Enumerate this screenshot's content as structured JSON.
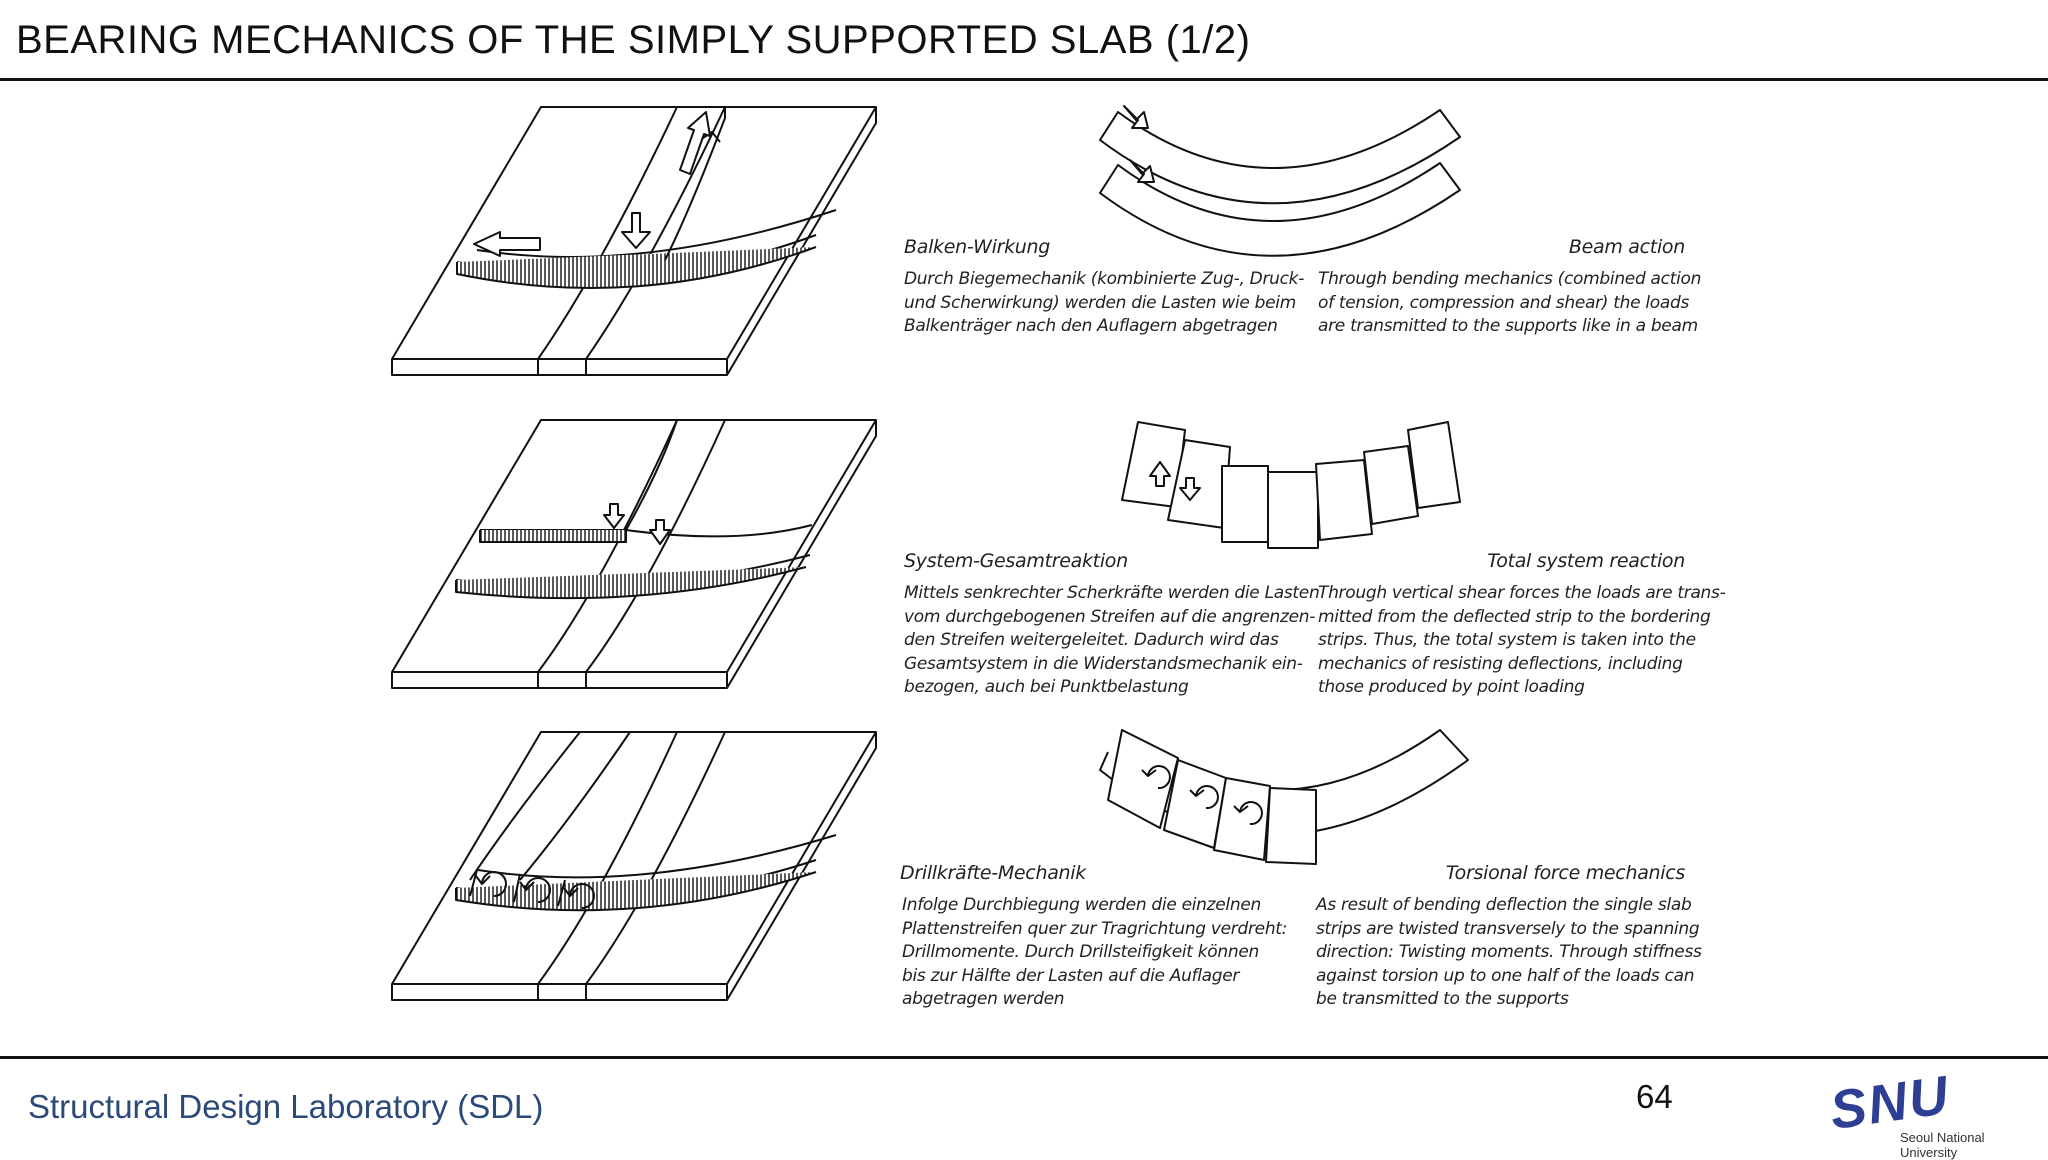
{
  "slide": {
    "title": "BEARING MECHANICS OF THE SIMPLY SUPPORTED SLAB (1/2)",
    "footer_lab": "Structural Design Laboratory (SDL)",
    "page_number": "64",
    "logo_word": "SNU",
    "logo_sub": "Seoul National University"
  },
  "sections": [
    {
      "de_title": "Balken-Wirkung",
      "en_title": "Beam action",
      "de_lines": [
        "Durch Biegemechanik (kombinierte Zug-, Druck-",
        "und Scherwirkung) werden die Lasten wie beim",
        "Balkenträger nach den Auflagern abgetragen"
      ],
      "en_lines": [
        "Through bending mechanics (combined action",
        "of tension, compression and shear) the loads",
        "are transmitted to the supports like in a beam"
      ]
    },
    {
      "de_title": "System-Gesamtreaktion",
      "en_title": "Total system reaction",
      "de_lines": [
        "Mittels senkrechter Scherkräfte werden die Lasten",
        "vom durchgebogenen Streifen auf die angrenzen-",
        "den Streifen weitergeleitet. Dadurch wird das",
        "Gesamtsystem in die Widerstandsmechanik ein-",
        "bezogen, auch bei Punktbelastung"
      ],
      "en_lines": [
        "Through vertical shear forces the loads are trans-",
        "mitted from the deflected strip to the bordering",
        "strips. Thus, the total system is taken into the",
        "mechanics of resisting deflections, including",
        "those produced by point loading"
      ]
    },
    {
      "de_title": "Drillkräfte-Mechanik",
      "en_title": "Torsional force mechanics",
      "de_lines": [
        "Infolge Durchbiegung werden die einzelnen",
        "Plattenstreifen quer zur Tragrichtung verdreht:",
        "Drillmomente. Durch Drillsteifigkeit können",
        "bis zur Hälfte der Lasten auf die Auflager",
        "abgetragen werden"
      ],
      "en_lines": [
        "As result of bending deflection the single slab",
        "strips are twisted transversely to the spanning",
        "direction: Twisting moments. Through stiffness",
        "against torsion up to one half of the loads can",
        "be transmitted to the supports"
      ]
    }
  ]
}
